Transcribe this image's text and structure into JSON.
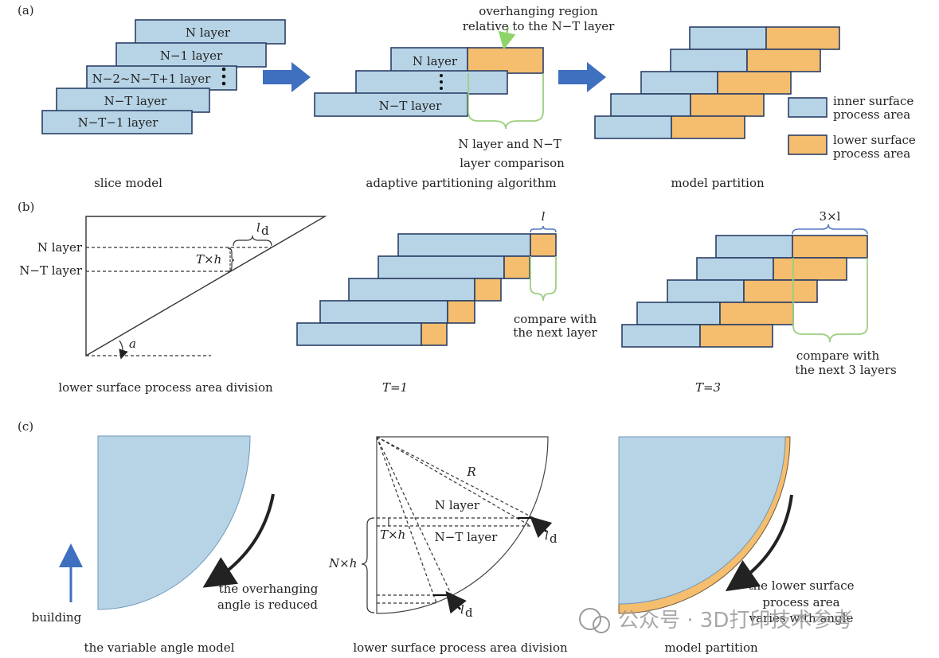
{
  "panel_a": {
    "tag": "(a)",
    "layers": [
      "N layer",
      "N−1 layer",
      "N−2~N−T+1 layer",
      "N−T layer",
      "N−T−1 layer"
    ],
    "mid_layers": [
      "N layer",
      "N−T layer"
    ],
    "overhang_note_1": "overhanging region",
    "overhang_note_2": "relative to the N−T layer",
    "comparison_1": "N layer and N−T",
    "comparison_2": "layer comparison",
    "legend_inner_1": "inner surface",
    "legend_inner_2": "process area",
    "legend_lower_1": "lower surface",
    "legend_lower_2": "process area",
    "cap_1": "slice model",
    "cap_2": "adaptive partitioning algorithm",
    "cap_3": "model partition",
    "colors": {
      "inner": "#b7d4e6",
      "lower": "#f5bd6e",
      "arrow": "#3f6fbf"
    }
  },
  "panel_b": {
    "tag": "(b)",
    "n_layer": "N layer",
    "nt_layer": "N−T layer",
    "txh": "T×h",
    "ld": "l",
    "ld_sub": "d",
    "angle": "a",
    "l_single": "l",
    "l_triple": "3×l",
    "cmp1_1": "compare with",
    "cmp1_2": "the next layer",
    "cmp3_1": "compare with",
    "cmp3_2": "the next 3 layers",
    "cap_1": "lower surface process area division",
    "cap_2": "T=1",
    "cap_3": "T=3"
  },
  "panel_c": {
    "tag": "(c)",
    "building": "building",
    "overhang_1": "the overhanging",
    "overhang_2": "angle is reduced",
    "R": "R",
    "n_layer": "N layer",
    "nt_layer": "N−T layer",
    "txh": "T×h",
    "nxh": "N×h",
    "ld": "l",
    "ld_sub": "d",
    "varies_1": "the lower surface",
    "varies_2": "process area",
    "varies_3": "varies with angle",
    "cap_1": "the variable angle model",
    "cap_2": "lower surface process area division",
    "cap_3": "model partition"
  },
  "watermark": "公众号 · 3D打印技术参考"
}
